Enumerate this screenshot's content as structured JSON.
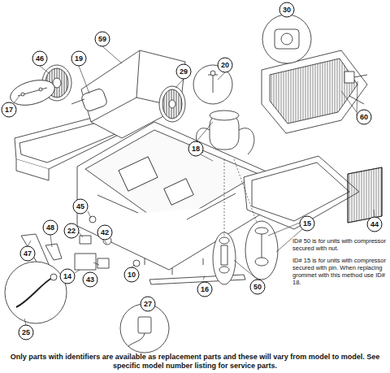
{
  "diagram": {
    "caption": "Only parts with identifiers are available as replacement parts and these will vary from model to model. See specific model number listing for service parts.",
    "labels": [
      "30",
      "59",
      "46",
      "19",
      "20",
      "29",
      "17",
      "60",
      "18",
      "15",
      "44",
      "45",
      "22",
      "47",
      "48",
      "14",
      "43",
      "42",
      "10",
      "16",
      "50",
      "25",
      "27",
      "ID# 50 is for units with compressor secured with nut.",
      "ID# 15 is for units with compressor secured with pin. When replacing grommet with this method use ID# 18."
    ]
  }
}
